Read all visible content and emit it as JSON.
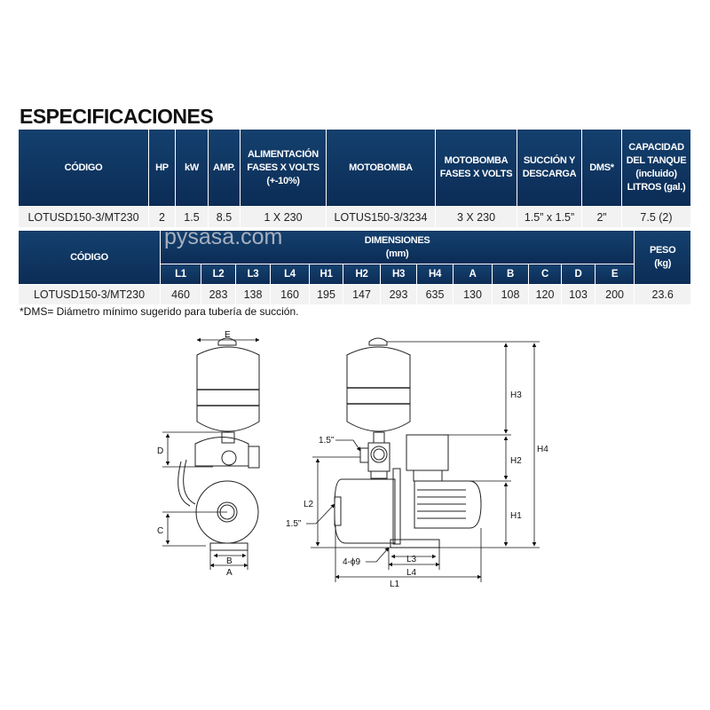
{
  "title": "ESPECIFICACIONES",
  "spec_table": {
    "headers": [
      "CÓDIGO",
      "HP",
      "kW",
      "AMP.",
      "ALIMENTACIÓN FASES X VOLTS (+-10%)",
      "MOTOBOMBA",
      "MOTOBOMBA FASES X VOLTS",
      "SUCCIÓN Y DESCARGA",
      "DMS*",
      "CAPACIDAD DEL TANQUE (incluido) LITROS (gal.)"
    ],
    "row": [
      "LOTUSD150-3/MT230",
      "2",
      "1.5",
      "8.5",
      "1 X 230",
      "LOTUS150-3/3234",
      "3 X 230",
      "1.5” x 1.5”",
      "2”",
      "7.5 (2)"
    ]
  },
  "dim_table": {
    "codigo_header": "CÓDIGO",
    "dimensiones_header": "DIMENSIONES",
    "units": "(mm)",
    "peso_header": "PESO",
    "peso_units": "(kg)",
    "watermark": "pysasa.com",
    "columns": [
      "L1",
      "L2",
      "L3",
      "L4",
      "H1",
      "H2",
      "H3",
      "H4",
      "A",
      "B",
      "C",
      "D",
      "E"
    ],
    "row": {
      "codigo": "LOTUSD150-3/MT230",
      "values": [
        "460",
        "283",
        "138",
        "160",
        "195",
        "147",
        "293",
        "635",
        "130",
        "108",
        "120",
        "103",
        "200"
      ],
      "peso": "23.6"
    }
  },
  "note": "*DMS= Diámetro mínimo sugerido para tubería de succión.",
  "diagram": {
    "labels": {
      "E": "E",
      "D": "D",
      "C": "C",
      "B": "B",
      "A": "A",
      "H1": "H1",
      "H2": "H2",
      "H3": "H3",
      "H4": "H4",
      "L1": "L1",
      "L2": "L2",
      "L3": "L3",
      "L4": "L4",
      "outlet": "1.5”",
      "inlet": "1.5”",
      "holes": "4-ϕ9"
    }
  }
}
